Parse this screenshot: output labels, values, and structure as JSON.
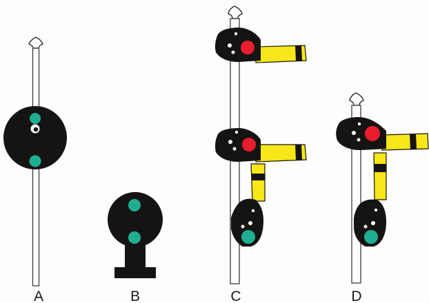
{
  "labels": {
    "a": "A",
    "b": "B",
    "c": "C",
    "d": "D"
  },
  "colors": {
    "housing": "#161412",
    "green_lamp": "#1fae93",
    "red_lamp": "#e81e2e",
    "arm_yellow": "#f7e618",
    "arm_band": "#161412",
    "lamp_white": "#ffffff",
    "post_outline": "#3a3a3a",
    "background": "#fdfdfb"
  }
}
